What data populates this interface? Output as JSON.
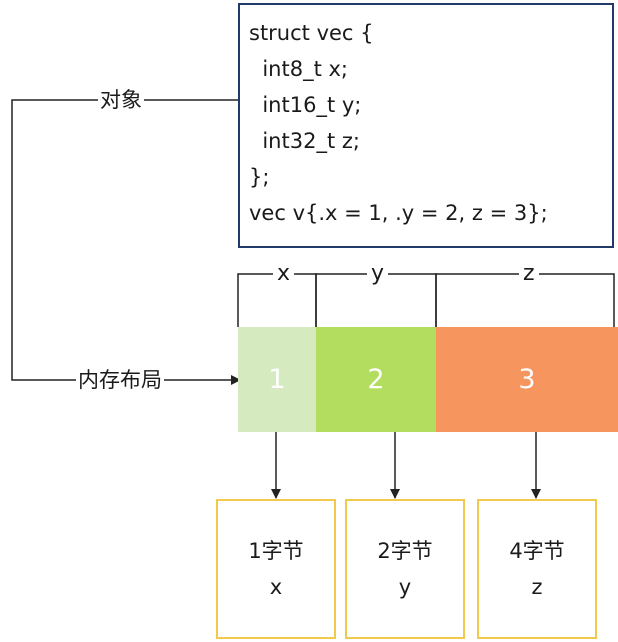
{
  "code": {
    "lines": [
      "struct vec {",
      "  int8_t x;",
      "  int16_t y;",
      "  int32_t z;",
      "};",
      "vec v{.x = 1, .y = 2, z = 3};"
    ]
  },
  "labels": {
    "object": "对象",
    "memory_layout": "内存布局"
  },
  "fields": [
    {
      "name": "x",
      "value": "1",
      "size": "1字节",
      "color": "#d6eabf"
    },
    {
      "name": "y",
      "value": "2",
      "size": "2字节",
      "color": "#b3dd5f"
    },
    {
      "name": "z",
      "value": "3",
      "size": "4字节",
      "color": "#f7955f"
    }
  ],
  "colors": {
    "code_border": "#1f3a6b",
    "byte_box_border": "#f2c94c",
    "line": "#222222"
  }
}
